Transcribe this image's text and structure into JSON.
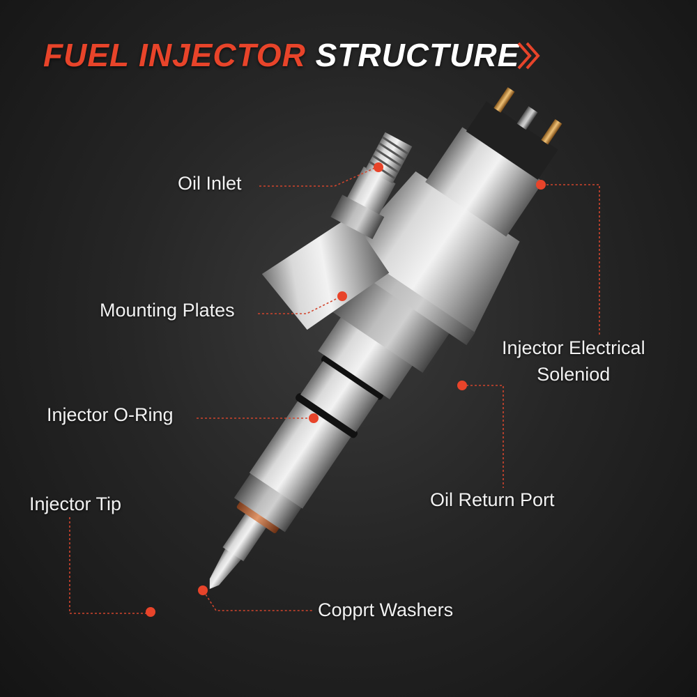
{
  "title": {
    "part1": "FUEL INJECTOR",
    "part2": "STRUCTURE"
  },
  "colors": {
    "accent": "#e8442a",
    "background": "#1c1c1c",
    "label_text": "#f2f2f2",
    "leader_line": "#d2452d"
  },
  "labels": {
    "oil_inlet": "Oil Inlet",
    "mounting_plates": "Mounting Plates",
    "injector_oring": "Injector O-Ring",
    "injector_tip": "Injector Tip",
    "electrical_solenoid_line1": "Injector Electrical",
    "electrical_solenoid_line2": "Soleniod",
    "oil_return_port": "Oil Return Port",
    "copper_washers": "Copprt Washers"
  }
}
